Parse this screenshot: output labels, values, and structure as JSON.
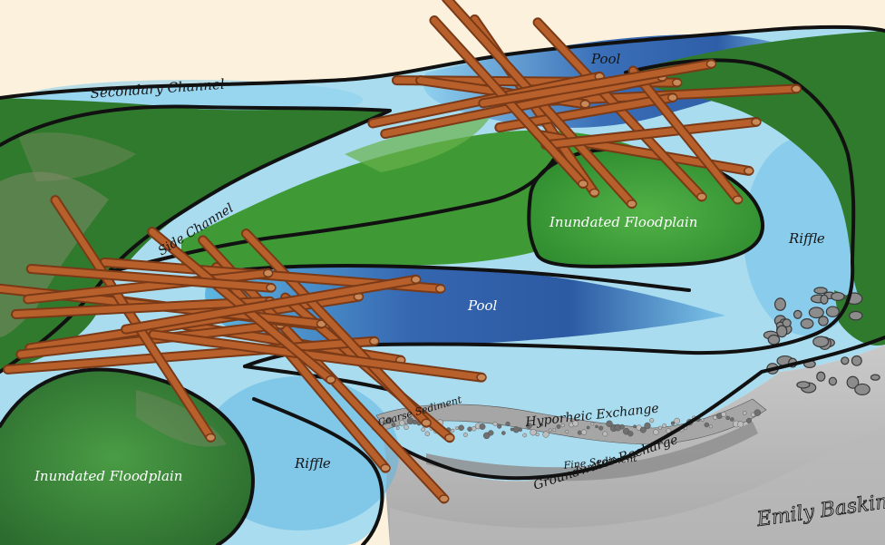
{
  "labels": {
    "secondary_channel": "Secondary Channel",
    "side_channel": "Side Channel",
    "pool_top": "Pool",
    "pool_middle": "Pool",
    "riffle_right": "Riffle",
    "riffle_bottom": "Riffle",
    "floodplain_upper": "Inundated Floodplain",
    "floodplain_lower": "Inundated Floodplain",
    "coarse_sediment": "Coarse Sediment",
    "hyporheic_exchange": "Hyporheic Exchange",
    "fine_sediment": "Fine Sediment",
    "groundwater_recharge": "Groundwater Recharge"
  },
  "signature": "Emily Baskin",
  "colors": {
    "background": "#fbf1dc",
    "water_light": "#a9dcef",
    "water_mid": "#5eb6e2",
    "pool_deep": "#2f5fa8",
    "vegetation_dark": "#2f7a2c",
    "floodplain_green": "#3f9a35",
    "wood": "#b8602b",
    "gravel": "#9a9a9a",
    "outline": "#111111"
  }
}
